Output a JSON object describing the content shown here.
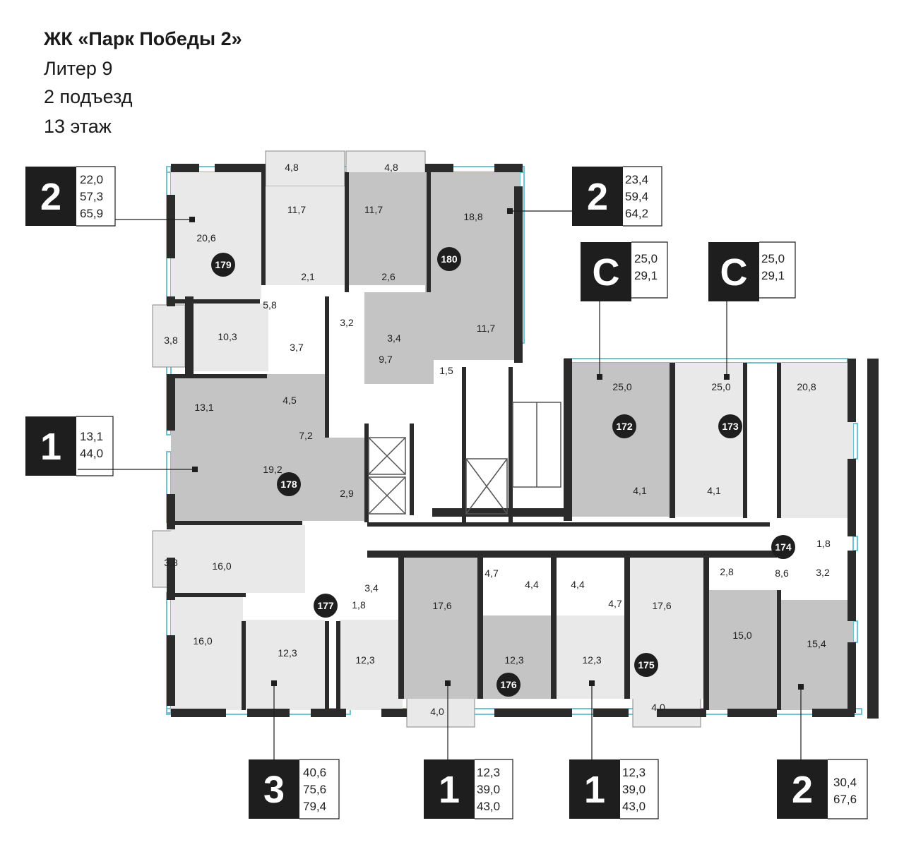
{
  "header": {
    "complex": "ЖК «Парк Победы 2»",
    "liter": "Литер 9",
    "entrance": "2 подъезд",
    "floor": "13 этаж"
  },
  "colors": {
    "wall": "#2b2b2b",
    "room_dark": "#c4c4c4",
    "room_light": "#e9e9e9",
    "window": "#6ec3d6",
    "badge": "#1e1e1e"
  },
  "apartments": [
    {
      "number": "179",
      "rooms": "2",
      "areas": [
        "22,0",
        "57,3",
        "65,9"
      ]
    },
    {
      "number": "180",
      "rooms": "2",
      "areas": [
        "23,4",
        "59,4",
        "64,2"
      ]
    },
    {
      "number": "172",
      "rooms": "С",
      "areas": [
        "25,0",
        "29,1"
      ]
    },
    {
      "number": "173",
      "rooms": "С",
      "areas": [
        "25,0",
        "29,1"
      ]
    },
    {
      "number": "178",
      "rooms": "1",
      "areas": [
        "13,1",
        "44,0"
      ]
    },
    {
      "number": "177",
      "rooms": "3",
      "areas": [
        "40,6",
        "75,6",
        "79,4"
      ]
    },
    {
      "number": "176",
      "rooms": "1",
      "areas": [
        "12,3",
        "39,0",
        "43,0"
      ]
    },
    {
      "number": "175",
      "rooms": "1",
      "areas": [
        "12,3",
        "39,0",
        "43,0"
      ]
    },
    {
      "number": "174",
      "rooms": "2",
      "areas": [
        "30,4",
        "67,6"
      ]
    }
  ],
  "rooms": [
    "4,8",
    "4,8",
    "20,6",
    "11,7",
    "11,7",
    "18,8",
    "2,1",
    "2,6",
    "5,8",
    "3,2",
    "10,3",
    "3,8",
    "3,7",
    "3,4",
    "11,7",
    "9,7",
    "1,5",
    "13,1",
    "4,5",
    "7,2",
    "19,2",
    "2,9",
    "25,0",
    "25,0",
    "20,8",
    "4,1",
    "4,1",
    "3,8",
    "16,0",
    "1,8",
    "8,6",
    "3,2",
    "2,8",
    "3,4",
    "4,7",
    "4,4",
    "4,4",
    "4,7",
    "1,8",
    "17,6",
    "17,6",
    "16,0",
    "12,3",
    "12,3",
    "12,3",
    "12,3",
    "15,0",
    "15,4",
    "4,0",
    "4,0"
  ]
}
